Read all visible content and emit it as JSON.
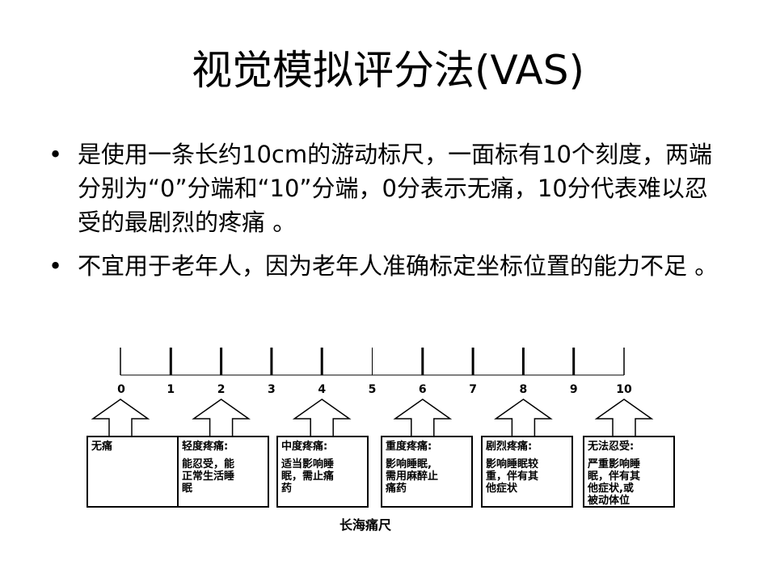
{
  "title": "视觉模拟评分法(VAS)",
  "bullets": [
    "是使用一条长约10cm的游动标尺，一面标有10个刻度，两端分别为“0”分端和“10”分端，0分表示无痛，10分代表难以忍受的最剧烈的疼痛 。",
    "不宜用于老年人，因为老年人准确标定坐标位置的能力不足 。"
  ],
  "scale": {
    "ticks": [
      "0",
      "1",
      "2",
      "3",
      "4",
      "5",
      "6",
      "7",
      "8",
      "9",
      "10"
    ],
    "boxes": [
      {
        "title": "无痛",
        "lines": []
      },
      {
        "title": "轻度疼痛:",
        "lines": [
          "能忍受，能",
          "正常生活睡",
          "眠"
        ]
      },
      {
        "title": "中度疼痛:",
        "lines": [
          "适当影响睡",
          "眠，需止痛",
          "药"
        ]
      },
      {
        "title": "重度疼痛:",
        "lines": [
          "影响睡眠,",
          "需用麻醉止",
          "痛药"
        ]
      },
      {
        "title": "剧烈疼痛:",
        "lines": [
          "影响睡眠较",
          "重，伴有其",
          "他症状"
        ]
      },
      {
        "title": "无法忍受:",
        "lines": [
          "严重影响睡",
          "眠，伴有其",
          "他症状,或",
          "被动体位"
        ]
      }
    ],
    "caption": "长海痛尺"
  }
}
